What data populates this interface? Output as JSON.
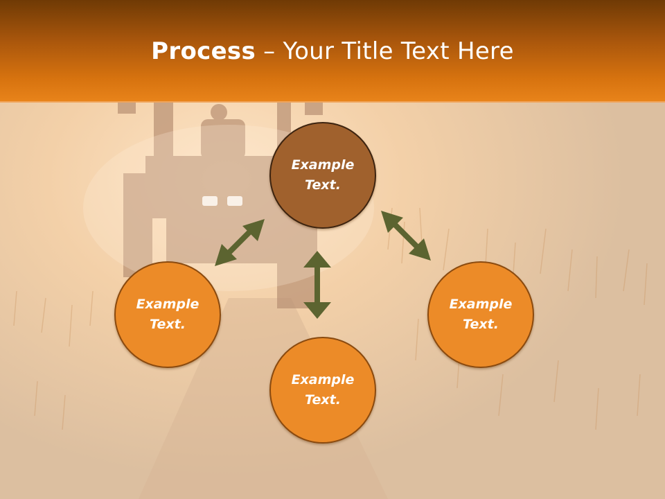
{
  "slide": {
    "title_bold": "Process",
    "title_rest": " – Your Title Text Here"
  },
  "nodes": {
    "top": "Example\nText.",
    "left": "Example\nText.",
    "bottom": "Example\nText.",
    "right": "Example\nText."
  },
  "colors": {
    "header_dark": "#6f3a05",
    "header_light": "#e8831a",
    "center_node": "#a0612d",
    "orange_node": "#ec8b28",
    "arrow": "#5c6430"
  }
}
